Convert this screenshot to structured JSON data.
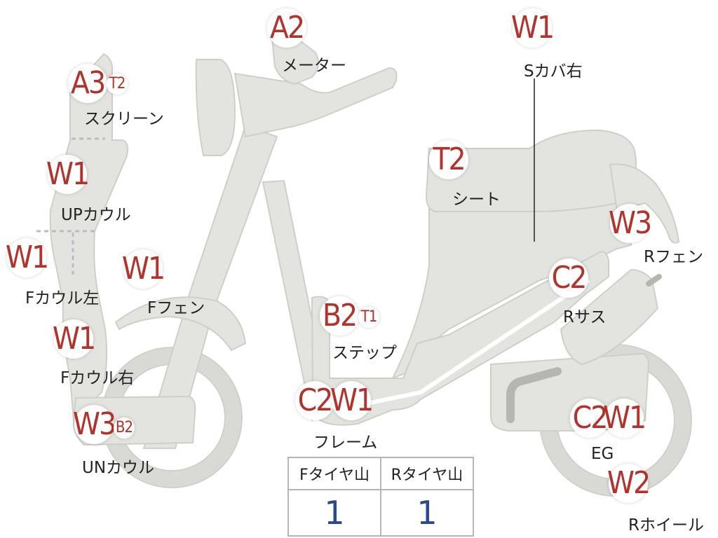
{
  "parts": [
    {
      "name": "meter",
      "label": "メーター",
      "codes": [
        "A2"
      ]
    },
    {
      "name": "side-cover-right",
      "label": "Sカバ右",
      "codes": [
        "W1"
      ]
    },
    {
      "name": "screen",
      "label": "スクリーン",
      "codes": [
        "A3",
        "T2"
      ]
    },
    {
      "name": "up-cowl",
      "label": "UPカウル",
      "codes": [
        "W1"
      ]
    },
    {
      "name": "seat",
      "label": "シート",
      "codes": [
        "T2"
      ]
    },
    {
      "name": "rear-fender",
      "label": "Rフェン",
      "codes": [
        "W3"
      ]
    },
    {
      "name": "front-cowl-left",
      "label": "Fカウル左",
      "codes": [
        "W1"
      ]
    },
    {
      "name": "front-fender",
      "label": "Fフェン",
      "codes": [
        "W1"
      ]
    },
    {
      "name": "rear-suspension",
      "label": "Rサス",
      "codes": [
        "C2"
      ]
    },
    {
      "name": "step",
      "label": "ステップ",
      "codes": [
        "B2",
        "T1"
      ]
    },
    {
      "name": "front-cowl-right",
      "label": "Fカウル右",
      "codes": [
        "W1"
      ]
    },
    {
      "name": "frame",
      "label": "フレーム",
      "codes": [
        "C2",
        "W1"
      ]
    },
    {
      "name": "engine",
      "label": "EG",
      "codes": [
        "C2",
        "W1"
      ]
    },
    {
      "name": "under-cowl",
      "label": "UNカウル",
      "codes": [
        "W3",
        "B2"
      ]
    },
    {
      "name": "rear-wheel",
      "label": "Rホイール",
      "codes": [
        "W2"
      ]
    }
  ],
  "tire_tread": {
    "headers": [
      "Fタイヤ山",
      "Rタイヤ山"
    ],
    "values": [
      "1",
      "1"
    ]
  },
  "colors": {
    "part_fill": "#e3e3df",
    "code_text": "#b3322b",
    "tread_value": "#2a4a8e"
  }
}
